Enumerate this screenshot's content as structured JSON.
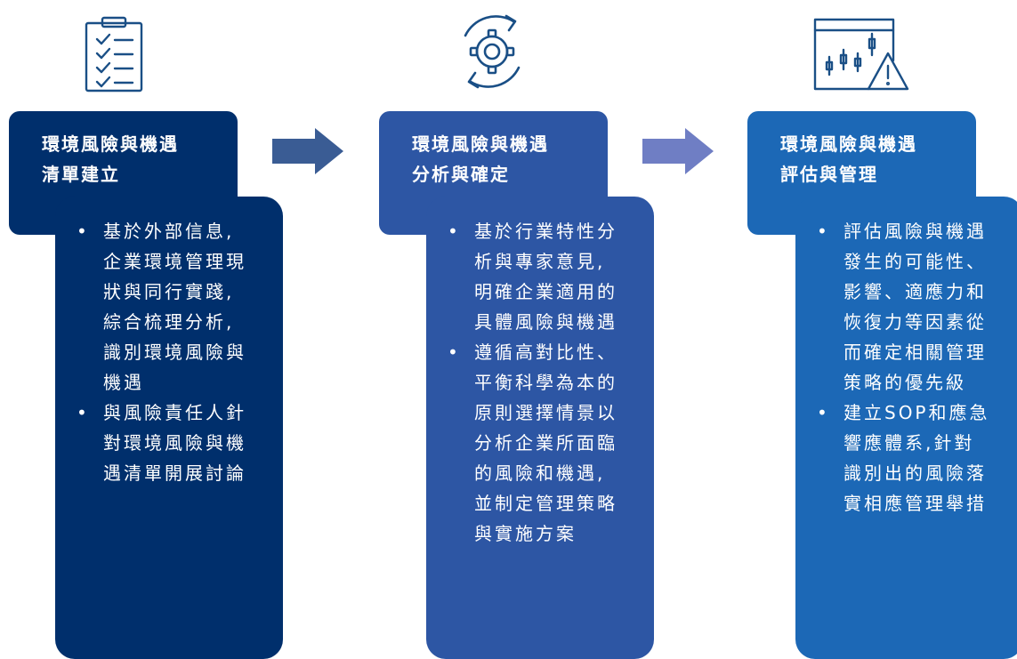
{
  "colors": {
    "step1": "#002f6c",
    "step2": "#2d56a4",
    "step3": "#1c68b6",
    "arrow1": "#3a5c94",
    "arrow2": "#6f7ec4",
    "icon": "#1a4f86"
  },
  "steps": [
    {
      "icon": "checklist-icon",
      "title": [
        "環境風險與機遇",
        "清單建立"
      ],
      "points": [
        [
          "基於外部信息,",
          "企業環境管理現",
          "狀與同行實踐,",
          "綜合梳理分析,",
          "識別環境風險與",
          "機遇"
        ],
        [
          "與風險責任人針",
          "對環境風險與機",
          "遇清單開展討論"
        ]
      ]
    },
    {
      "icon": "gear-cycle-icon",
      "title": [
        "環境風險與機遇",
        "分析與確定"
      ],
      "points": [
        [
          "基於行業特性分",
          "析與專家意見,",
          "明確企業適用的",
          "具體風險與機遇"
        ],
        [
          "遵循高對比性、",
          "平衡科學為本的",
          "原則選擇情景以",
          "分析企業所面臨",
          "的風險和機遇,",
          "並制定管理策略",
          "與實施方案"
        ]
      ]
    },
    {
      "icon": "chart-warning-icon",
      "title": [
        "環境風險與機遇",
        "評估與管理"
      ],
      "points": [
        [
          "評估風險與機遇",
          "發生的可能性、",
          "影響、適應力和",
          "恢復力等因素從",
          "而確定相關管理",
          "策略的優先級"
        ],
        [
          "建立SOP和應急",
          "響應體系,針對",
          "識別出的風險落",
          "實相應管理舉措"
        ]
      ]
    }
  ]
}
